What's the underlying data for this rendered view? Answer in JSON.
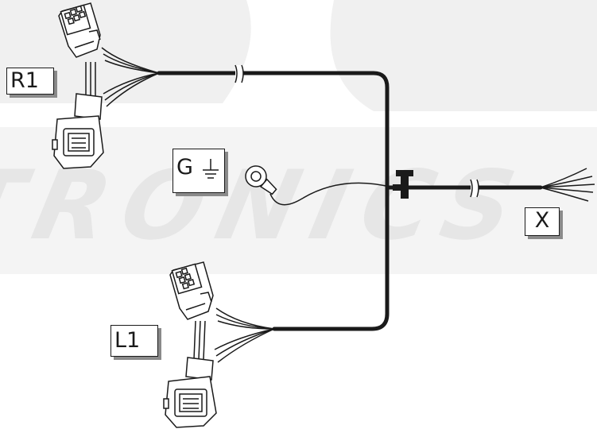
{
  "labels": {
    "r1": "R1",
    "l1": "L1",
    "x": "X",
    "g": "G"
  },
  "watermark": {
    "text": "TRONICS",
    "color": "#ededed"
  },
  "colors": {
    "cable": "#1a1a1a",
    "connector_fill": "#ffffff",
    "connector_stroke": "#1a1a1a",
    "label_shadow": "#8a8a8a"
  },
  "icons": {
    "ground": "ground-symbol-icon",
    "ring_terminal": "ring-terminal-icon",
    "cable_break": "cable-break-icon"
  }
}
